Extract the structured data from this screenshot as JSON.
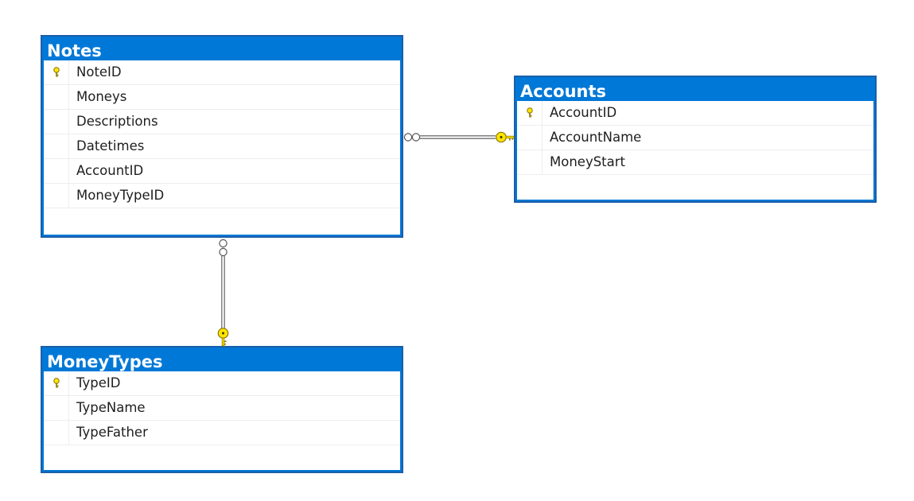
{
  "tables": {
    "notes": {
      "title": "Notes",
      "columns": [
        {
          "name": "NoteID",
          "primary_key": true
        },
        {
          "name": "Moneys",
          "primary_key": false
        },
        {
          "name": "Descriptions",
          "primary_key": false
        },
        {
          "name": "Datetimes",
          "primary_key": false
        },
        {
          "name": "AccountID",
          "primary_key": false
        },
        {
          "name": "MoneyTypeID",
          "primary_key": false
        }
      ]
    },
    "accounts": {
      "title": "Accounts",
      "columns": [
        {
          "name": "AccountID",
          "primary_key": true
        },
        {
          "name": "AccountName",
          "primary_key": false
        },
        {
          "name": "MoneyStart",
          "primary_key": false
        }
      ]
    },
    "moneytypes": {
      "title": "MoneyTypes",
      "columns": [
        {
          "name": "TypeID",
          "primary_key": true
        },
        {
          "name": "TypeName",
          "primary_key": false
        },
        {
          "name": "TypeFather",
          "primary_key": false
        }
      ]
    }
  },
  "relationships": [
    {
      "from": "Notes",
      "to": "Accounts",
      "from_end": "many",
      "to_end": "one-key"
    },
    {
      "from": "Notes",
      "to": "MoneyTypes",
      "from_end": "many",
      "to_end": "one-key"
    }
  ],
  "icons": {
    "primary_key": "key-icon",
    "many_end": "infinity-icon"
  },
  "colors": {
    "header": "#0078d7",
    "border": "#1a5fa8",
    "key_fill": "#ffe500",
    "key_stroke": "#8a7400",
    "line": "#707070"
  }
}
